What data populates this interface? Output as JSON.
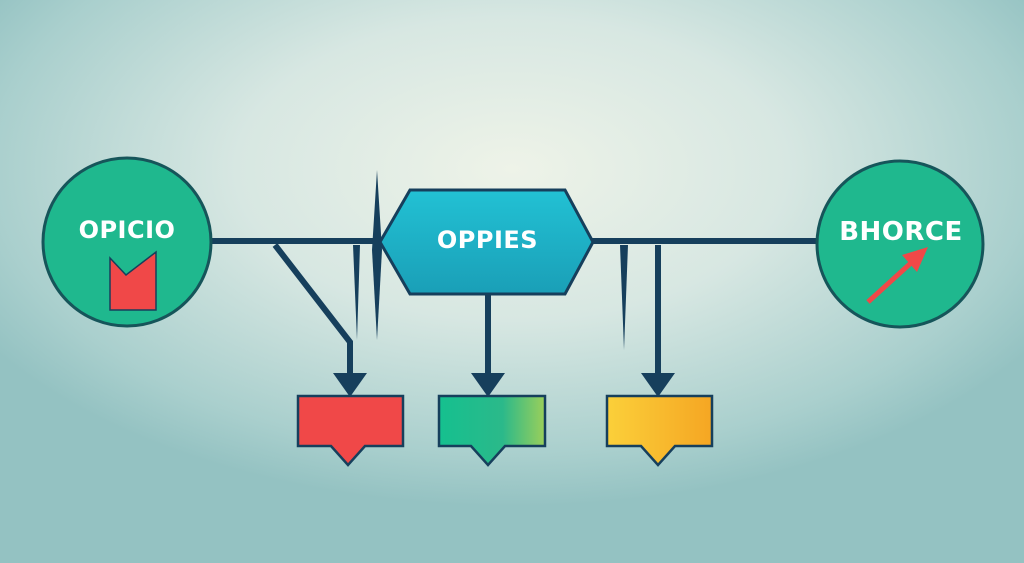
{
  "diagram": {
    "nodes": {
      "left_circle": {
        "label": "OPICIO",
        "icon": "red-m-banner-icon",
        "color": "#1fb88e"
      },
      "center_hexagon": {
        "label": "OPPIES",
        "color": "#1fb3c8"
      },
      "right_circle": {
        "label": "BHORCE",
        "icon": "red-arrow-up-right-icon",
        "color": "#1fb88e"
      }
    },
    "outputs": [
      {
        "name": "red-output",
        "color": "#f04848"
      },
      {
        "name": "green-output",
        "color": "#1fbf8f"
      },
      {
        "name": "yellow-output",
        "color": "#f7b92e"
      }
    ],
    "connector_color": "#163f5c"
  }
}
